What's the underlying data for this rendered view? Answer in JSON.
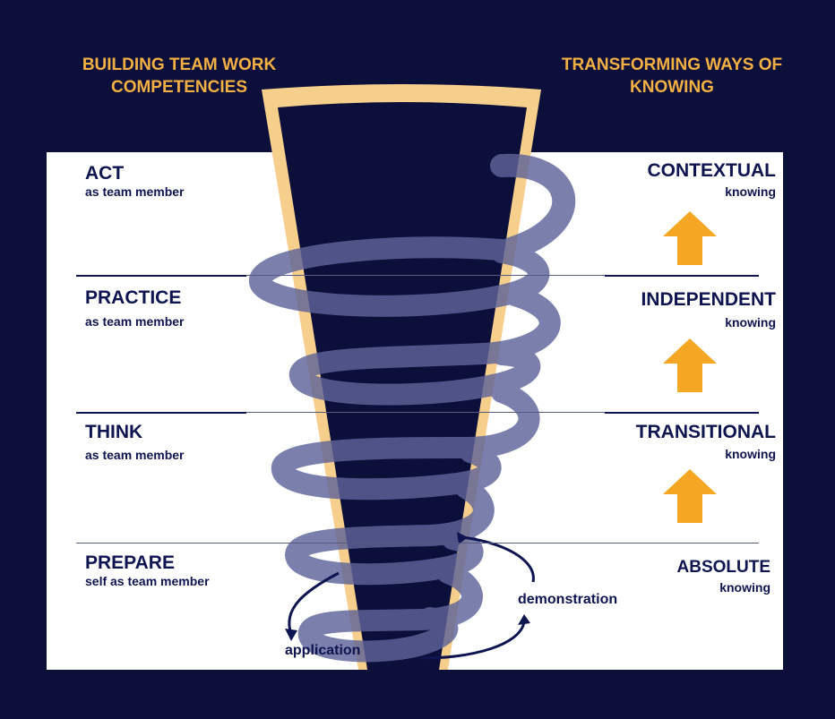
{
  "headers": {
    "left": "BUILDING TEAM WORK COMPETENCIES",
    "right": "TRANSFORMING WAYS OF KNOWING"
  },
  "competencies": [
    {
      "title": "ACT",
      "subtitle": "as team member"
    },
    {
      "title": "PRACTICE",
      "subtitle": "as team member"
    },
    {
      "title": "THINK",
      "subtitle": "as team member"
    },
    {
      "title": "PREPARE",
      "subtitle": "self as team member"
    }
  ],
  "knowing": [
    {
      "title": "CONTEXTUAL",
      "subtitle": "knowing"
    },
    {
      "title": "INDEPENDENT",
      "subtitle": "knowing"
    },
    {
      "title": "TRANSITIONAL",
      "subtitle": "knowing"
    },
    {
      "title": "ABSOLUTE",
      "subtitle": "knowing"
    }
  ],
  "process_labels": {
    "demonstration": "demonstration",
    "application": "application"
  },
  "colors": {
    "background": "#0b0f3a",
    "panel": "#ffffff",
    "heading": "#f5b043",
    "text": "#0e1450",
    "arrow": "#f5a623",
    "funnel_rim": "#f7cf8c",
    "spiral": "#5e6399"
  }
}
